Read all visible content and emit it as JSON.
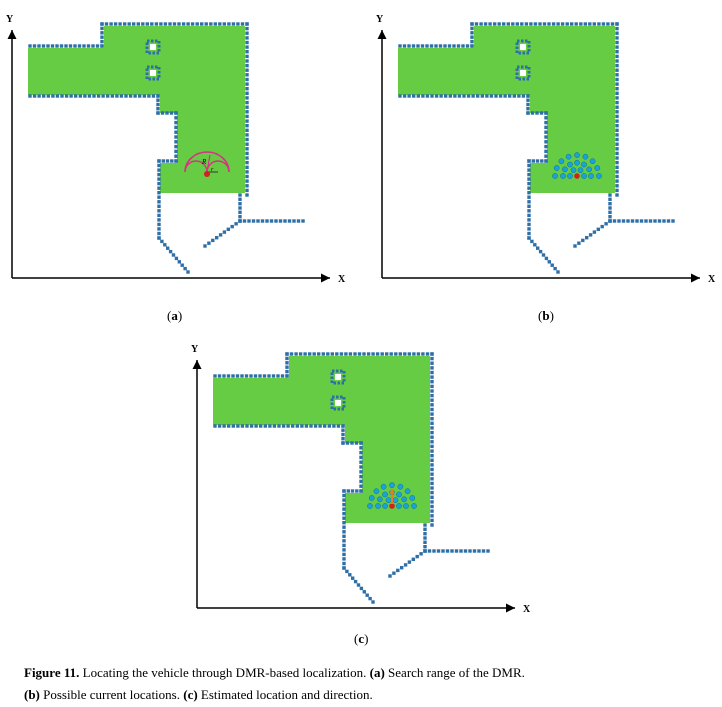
{
  "axis": {
    "x_label": "X",
    "y_label": "Y"
  },
  "panels": [
    {
      "id": "a",
      "letter": "a",
      "overlay": "search-range"
    },
    {
      "id": "b",
      "letter": "b",
      "overlay": "possible-locations"
    },
    {
      "id": "c",
      "letter": "c",
      "overlay": "estimated-location"
    }
  ],
  "annotations": {
    "range_label": "R",
    "r_label": "r"
  },
  "caption": {
    "figure_label": "Figure 11.",
    "text": " Locating the vehicle through DMR-based localization. ",
    "a_label": "(a)",
    "a_text": " Search range of the DMR.",
    "b_label": "(b)",
    "b_text": " Possible current locations. ",
    "c_label": "(c)",
    "c_text": " Estimated location and direction."
  },
  "colors": {
    "floor": "#66cc44",
    "wall": "#2e6fa8",
    "axis": "#000000",
    "search_arc": "#d63384",
    "candidate": "#1aa3d8",
    "vehicle": "#d02020",
    "heading": "#e08020"
  }
}
